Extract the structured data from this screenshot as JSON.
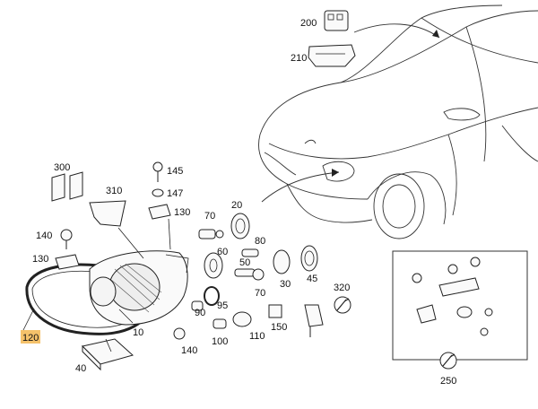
{
  "diagram": {
    "callouts": [
      {
        "id": "200",
        "label": "200",
        "highlighted": false
      },
      {
        "id": "210",
        "label": "210",
        "highlighted": false
      },
      {
        "id": "300",
        "label": "300",
        "highlighted": false
      },
      {
        "id": "310",
        "label": "310",
        "highlighted": false
      },
      {
        "id": "145",
        "label": "145",
        "highlighted": false
      },
      {
        "id": "147",
        "label": "147",
        "highlighted": false
      },
      {
        "id": "130a",
        "label": "130",
        "highlighted": false
      },
      {
        "id": "20",
        "label": "20",
        "highlighted": false
      },
      {
        "id": "70a",
        "label": "70",
        "highlighted": false
      },
      {
        "id": "140a",
        "label": "140",
        "highlighted": false
      },
      {
        "id": "130b",
        "label": "130",
        "highlighted": false
      },
      {
        "id": "80",
        "label": "80",
        "highlighted": false
      },
      {
        "id": "60",
        "label": "60",
        "highlighted": false
      },
      {
        "id": "50",
        "label": "50",
        "highlighted": false
      },
      {
        "id": "70b",
        "label": "70",
        "highlighted": false
      },
      {
        "id": "30",
        "label": "30",
        "highlighted": false
      },
      {
        "id": "45",
        "label": "45",
        "highlighted": false
      },
      {
        "id": "320",
        "label": "320",
        "highlighted": false
      },
      {
        "id": "95",
        "label": "95",
        "highlighted": false
      },
      {
        "id": "90",
        "label": "90",
        "highlighted": false
      },
      {
        "id": "150",
        "label": "150",
        "highlighted": false
      },
      {
        "id": "110",
        "label": "110",
        "highlighted": false
      },
      {
        "id": "100",
        "label": "100",
        "highlighted": false
      },
      {
        "id": "120",
        "label": "120",
        "highlighted": true
      },
      {
        "id": "10",
        "label": "10",
        "highlighted": false
      },
      {
        "id": "140b",
        "label": "140",
        "highlighted": false
      },
      {
        "id": "40",
        "label": "40",
        "highlighted": false
      },
      {
        "id": "250",
        "label": "250",
        "highlighted": false
      }
    ],
    "highlight_color": "#f5c26b"
  }
}
